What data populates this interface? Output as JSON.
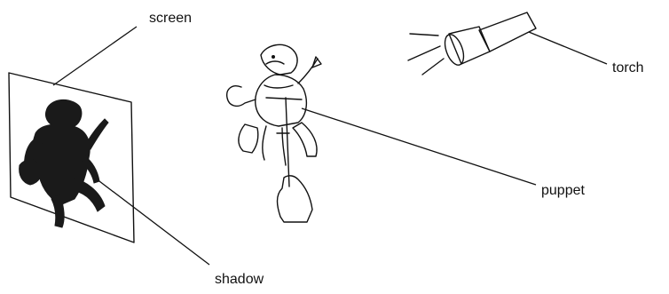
{
  "labels": {
    "screen": "screen",
    "torch": "torch",
    "puppet": "puppet",
    "shadow": "shadow"
  },
  "colors": {
    "ink": "#111111",
    "shadow_fill": "#1a1a1a",
    "screen_fill": "#ffffff"
  },
  "icons": {
    "screen": "screen-panel",
    "shadow": "puppet-shadow-silhouette",
    "puppet": "shadow-puppet-held-by-hand",
    "torch": "flashlight-with-light-rays"
  }
}
